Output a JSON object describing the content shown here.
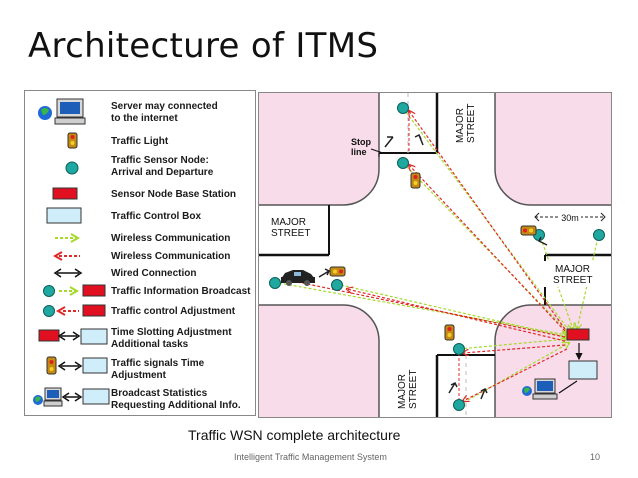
{
  "slide": {
    "title": "Architecture of ITMS",
    "caption": "Traffic WSN complete architecture",
    "footer": "Intelligent Traffic Management System",
    "page_number": "10"
  },
  "legend": {
    "items": [
      {
        "icon": "server-computer-icon",
        "label": "Server may connected\nto the internet"
      },
      {
        "icon": "traffic-light-icon",
        "label": "Traffic Light"
      },
      {
        "icon": "sensor-node-icon",
        "label": "Traffic Sensor Node:\nArrival and Departure"
      },
      {
        "icon": "base-station-icon",
        "label": "Sensor Node Base Station"
      },
      {
        "icon": "control-box-icon",
        "label": "Traffic Control Box"
      },
      {
        "icon": "wireless-arrow-icon",
        "label": "Wireless Communication"
      },
      {
        "icon": "wireless-dashed-arrow-icon",
        "label": "Wireless Communication"
      },
      {
        "icon": "wired-arrow-icon",
        "label": "Wired Connection"
      },
      {
        "icon": "info-broadcast-icon",
        "label": "Traffic Information Broadcast"
      },
      {
        "icon": "control-adjustment-icon",
        "label": "Traffic control Adjustment"
      },
      {
        "icon": "time-slotting-icon",
        "label": "Time Slotting Adjustment\nAdditional tasks"
      },
      {
        "icon": "signal-time-icon",
        "label": "Traffic signals Time\nAdjustment"
      },
      {
        "icon": "broadcast-stats-icon",
        "label": "Broadcast Statistics\nRequesting Additional Info."
      }
    ]
  },
  "map": {
    "labels": {
      "major_street_top": "MAJOR\nSTREET",
      "major_street_left": "MAJOR\nSTREET",
      "major_street_right": "MAJOR\nSTREET",
      "major_street_bottom": "MAJOR\nSTREET",
      "stop_line": "Stop\nline",
      "distance": "30m"
    }
  },
  "colors": {
    "block_pink": "#f8dcea",
    "sensor_teal": "#1fa8a0",
    "base_station_red": "#e01020",
    "control_box_blue": "#cfeefa",
    "wireless_green": "#a6d92b",
    "wireless_red": "#e02a2a"
  }
}
